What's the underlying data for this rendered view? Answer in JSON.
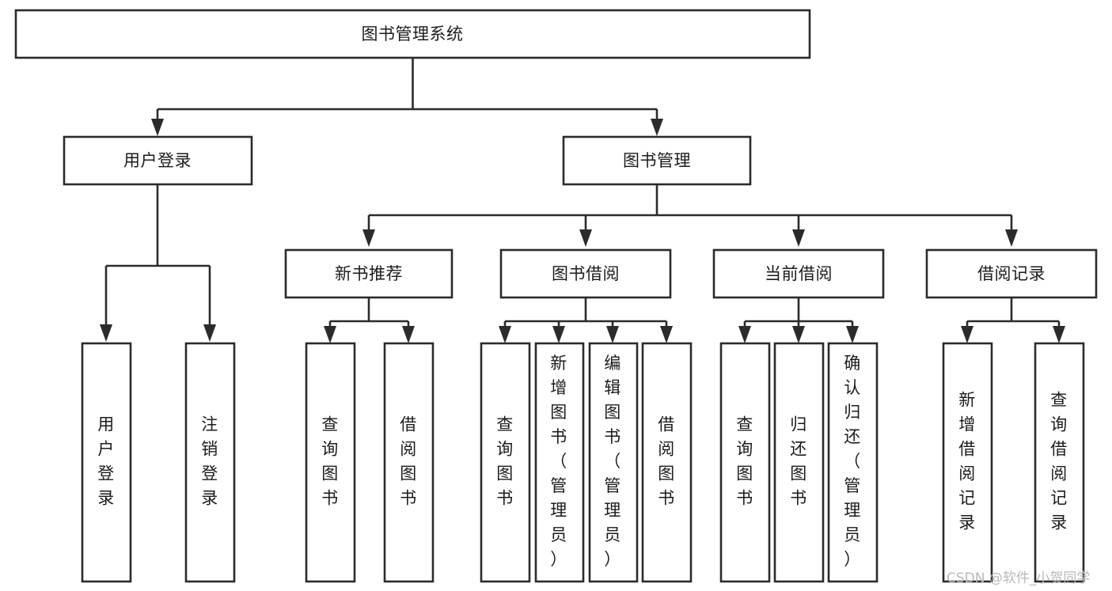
{
  "diagram": {
    "type": "tree",
    "title": "图书管理系统",
    "orientation": "top-down",
    "background_color": "#ffffff",
    "line_color": "#2b2b2b",
    "text_color": "#1b1b1b",
    "levels": 4,
    "root": {
      "id": "root",
      "label": "图书管理系统",
      "orientation": "horizontal"
    },
    "level2": [
      {
        "id": "user-login",
        "label": "用户登录",
        "orientation": "horizontal"
      },
      {
        "id": "book-manage",
        "label": "图书管理",
        "orientation": "horizontal"
      }
    ],
    "level3": [
      {
        "id": "new-book-recommend",
        "label": "新书推荐",
        "orientation": "horizontal",
        "parent": "book-manage"
      },
      {
        "id": "book-borrow",
        "label": "图书借阅",
        "orientation": "horizontal",
        "parent": "book-manage"
      },
      {
        "id": "current-borrow",
        "label": "当前借阅",
        "orientation": "horizontal",
        "parent": "book-manage"
      },
      {
        "id": "borrow-record",
        "label": "借阅记录",
        "orientation": "horizontal",
        "parent": "book-manage"
      }
    ],
    "leaves": [
      {
        "id": "leaf-user-login",
        "label": "用户登录",
        "orientation": "vertical",
        "parent": "user-login"
      },
      {
        "id": "leaf-logout-login",
        "label": "注销登录",
        "orientation": "vertical",
        "parent": "user-login"
      },
      {
        "id": "leaf-query-book-1",
        "label": "查询图书",
        "orientation": "vertical",
        "parent": "new-book-recommend"
      },
      {
        "id": "leaf-borrow-book-1",
        "label": "借阅图书",
        "orientation": "vertical",
        "parent": "new-book-recommend"
      },
      {
        "id": "leaf-query-book-2",
        "label": "查询图书",
        "orientation": "vertical",
        "parent": "book-borrow"
      },
      {
        "id": "leaf-add-book",
        "label": "新增图书（管理员）",
        "orientation": "vertical",
        "parent": "book-borrow"
      },
      {
        "id": "leaf-edit-book",
        "label": "编辑图书（管理员）",
        "orientation": "vertical",
        "parent": "book-borrow"
      },
      {
        "id": "leaf-borrow-book-2",
        "label": "借阅图书",
        "orientation": "vertical",
        "parent": "book-borrow"
      },
      {
        "id": "leaf-query-book-3",
        "label": "查询图书",
        "orientation": "vertical",
        "parent": "current-borrow"
      },
      {
        "id": "leaf-return-book",
        "label": "归还图书",
        "orientation": "vertical",
        "parent": "current-borrow"
      },
      {
        "id": "leaf-confirm-return",
        "label": "确认归还（管理员）",
        "orientation": "vertical",
        "parent": "current-borrow"
      },
      {
        "id": "leaf-add-record",
        "label": "新增借阅记录",
        "orientation": "vertical",
        "parent": "borrow-record"
      },
      {
        "id": "leaf-query-record",
        "label": "查询借阅记录",
        "orientation": "vertical",
        "parent": "borrow-record"
      }
    ]
  },
  "watermark": {
    "text": "CSDN @软件_小贺同学"
  }
}
